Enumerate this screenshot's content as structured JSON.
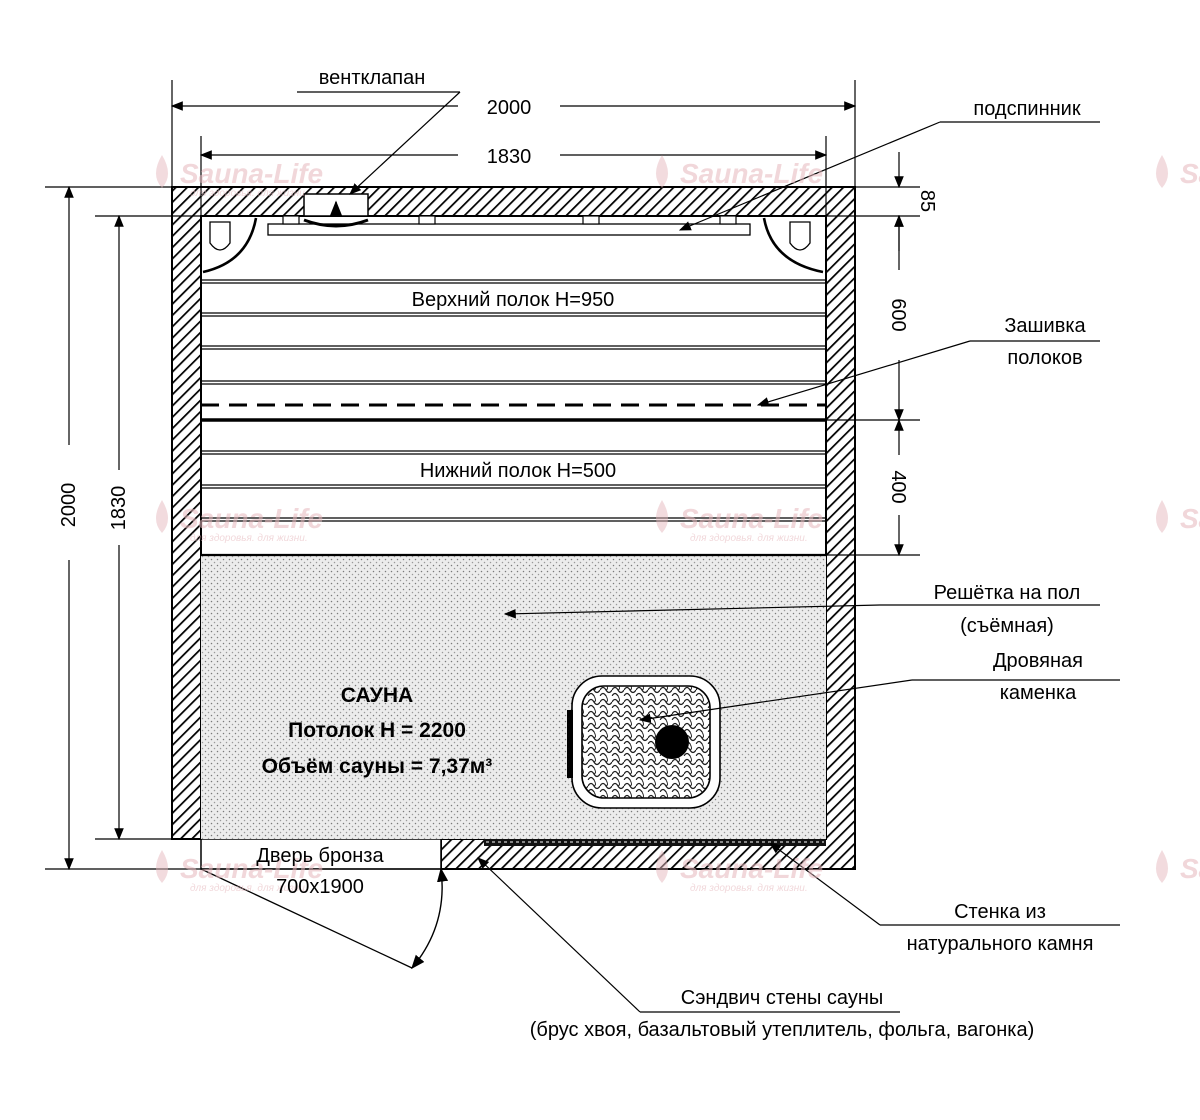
{
  "labels": {
    "vent_valve": "вентклапан",
    "backrest": "подспинник",
    "bench_cladding_1": "Зашивка",
    "bench_cladding_2": "полоков",
    "upper_bench": "Верхний полок H=950",
    "lower_bench": "Нижний полок H=500",
    "floor_grate_1": "Решётка на пол",
    "floor_grate_2": "(съёмная)",
    "stove_1": "Дровяная",
    "stove_2": "каменка",
    "sauna_1": "САУНА",
    "sauna_2": "Потолок H = 2200",
    "sauna_3": "Объём сауны = 7,37м³",
    "door_1": "Дверь бронза",
    "door_2": "700x1900",
    "stone_wall_1": "Стенка из",
    "stone_wall_2": "натурального камня",
    "sandwich_1": "Сэндвич стены сауны",
    "sandwich_2": "(брус хвоя, базальтовый утеплитель, фольга, вагонка)"
  },
  "dimensions": {
    "outer_width": "2000",
    "inner_width": "1830",
    "outer_height": "2000",
    "inner_height": "1830",
    "right_85": "85",
    "right_600": "600",
    "right_400": "400"
  },
  "watermark": {
    "brand": "Sauna-Life",
    "slogan": "для здоровья. для жизни."
  },
  "colors": {
    "line": "#000000",
    "watermark": "#e6b8bd"
  }
}
